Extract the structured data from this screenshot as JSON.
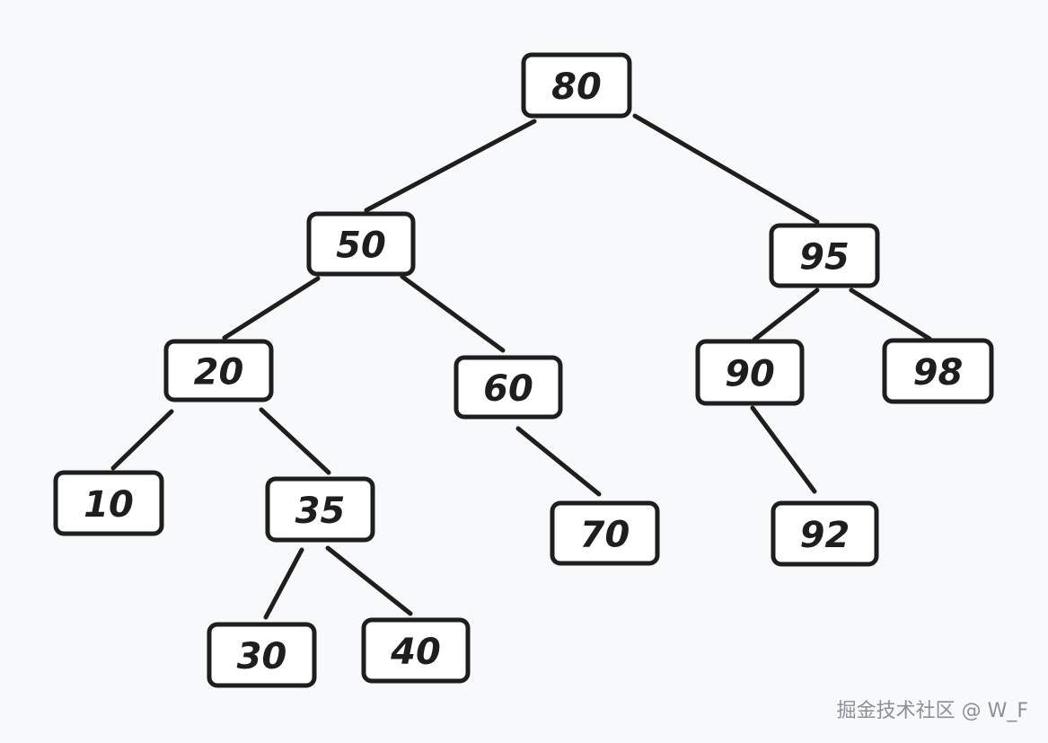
{
  "tree": {
    "nodes": [
      {
        "id": "n80",
        "label": "80"
      },
      {
        "id": "n50",
        "label": "50"
      },
      {
        "id": "n95",
        "label": "95"
      },
      {
        "id": "n20",
        "label": "20"
      },
      {
        "id": "n60",
        "label": "60"
      },
      {
        "id": "n90",
        "label": "90"
      },
      {
        "id": "n98",
        "label": "98"
      },
      {
        "id": "n10",
        "label": "10"
      },
      {
        "id": "n35",
        "label": "35"
      },
      {
        "id": "n70",
        "label": "70"
      },
      {
        "id": "n92",
        "label": "92"
      },
      {
        "id": "n30",
        "label": "30"
      },
      {
        "id": "n40",
        "label": "40"
      }
    ],
    "edges": [
      {
        "from": "n80",
        "to": "n50"
      },
      {
        "from": "n80",
        "to": "n95"
      },
      {
        "from": "n50",
        "to": "n20"
      },
      {
        "from": "n50",
        "to": "n60"
      },
      {
        "from": "n95",
        "to": "n90"
      },
      {
        "from": "n95",
        "to": "n98"
      },
      {
        "from": "n20",
        "to": "n10"
      },
      {
        "from": "n20",
        "to": "n35"
      },
      {
        "from": "n60",
        "to": "n70"
      },
      {
        "from": "n90",
        "to": "n92"
      },
      {
        "from": "n35",
        "to": "n30"
      },
      {
        "from": "n35",
        "to": "n40"
      }
    ]
  },
  "watermark": "掘金技术社区 @ W_F",
  "colors": {
    "background": "#f8f9fa",
    "stroke": "#1e1e1e",
    "box_fill": "#ffffff",
    "watermark": "#8a8f99"
  }
}
